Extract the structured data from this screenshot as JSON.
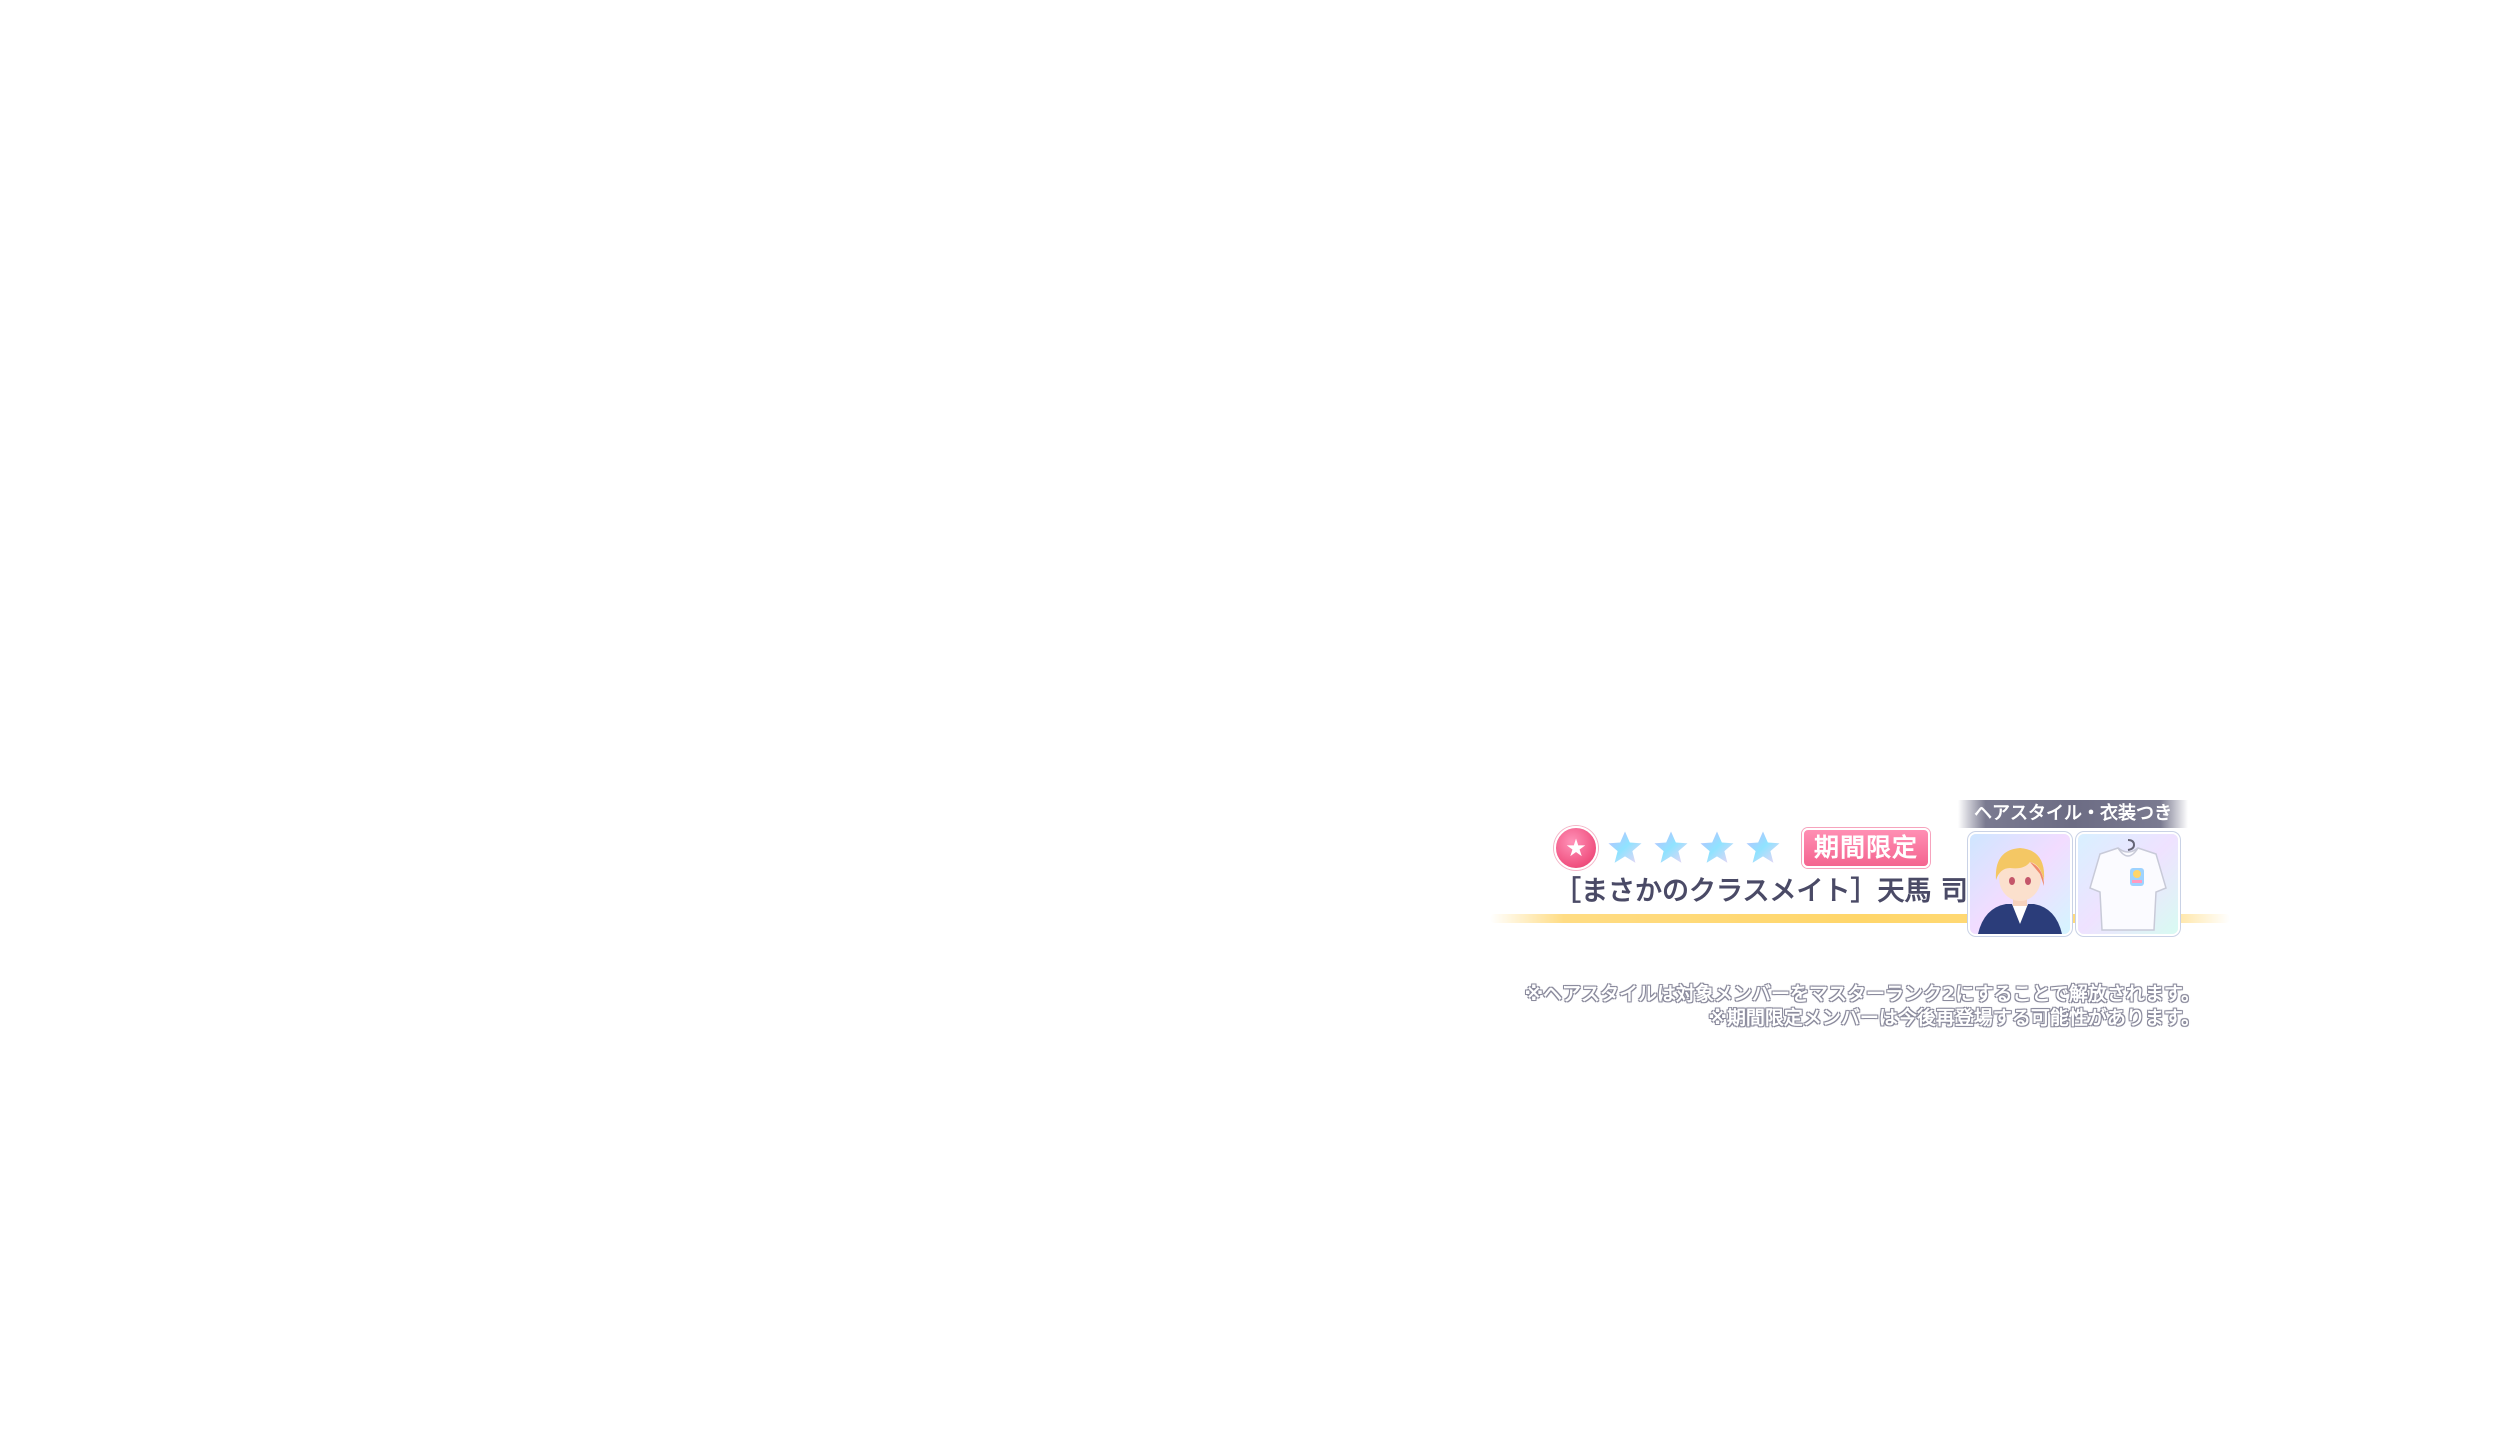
{
  "card": {
    "attribute_icon": "star-attribute-icon",
    "rarity": 4,
    "rarity_star_colors": [
      "#c9b4ff",
      "#8fe3ff",
      "#ffd0f2"
    ],
    "limited_badge": "期間限定",
    "title": "［まさかのクラスメイト］天馬 司"
  },
  "extras": {
    "label": "ヘアスタイル・衣装つき",
    "hairstyle_thumbnail": "character-portrait-thumbnail",
    "outfit_thumbnail": "outfit-thumbnail"
  },
  "notes": [
    "※ヘアスタイルは対象メンバーをマスターランク2にすることで解放されます。",
    "※期間限定メンバーは今後再登場する可能性があります。"
  ],
  "colors": {
    "accent_pink": "#f4648f",
    "title_text": "#4a4a66",
    "glow_bar": "#ffd66a",
    "label_bg": "#6c6c84"
  }
}
